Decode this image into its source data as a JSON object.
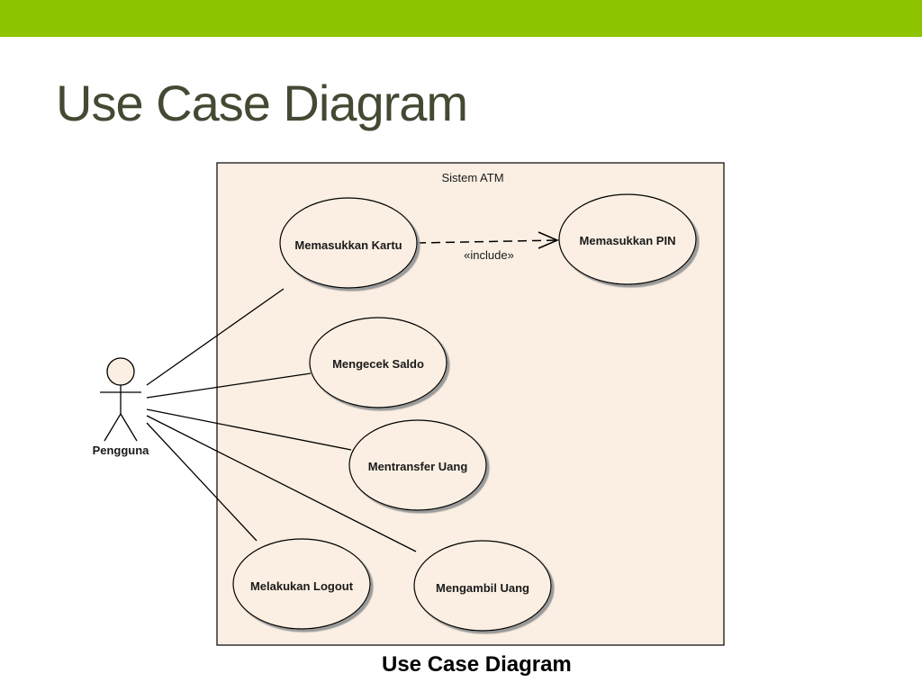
{
  "slide": {
    "title": "Use Case Diagram",
    "caption": "Use Case Diagram",
    "accent_color": "#8dc400"
  },
  "diagram": {
    "system_name": "Sistem ATM",
    "actor": {
      "name": "Pengguna"
    },
    "use_cases": {
      "insert_card": "Memasukkan Kartu",
      "insert_pin": "Memasukkan PIN",
      "check_balance": "Mengecek Saldo",
      "transfer": "Mentransfer Uang",
      "logout": "Melakukan Logout",
      "withdraw": "Mengambil Uang"
    },
    "include_label": "«include»"
  }
}
